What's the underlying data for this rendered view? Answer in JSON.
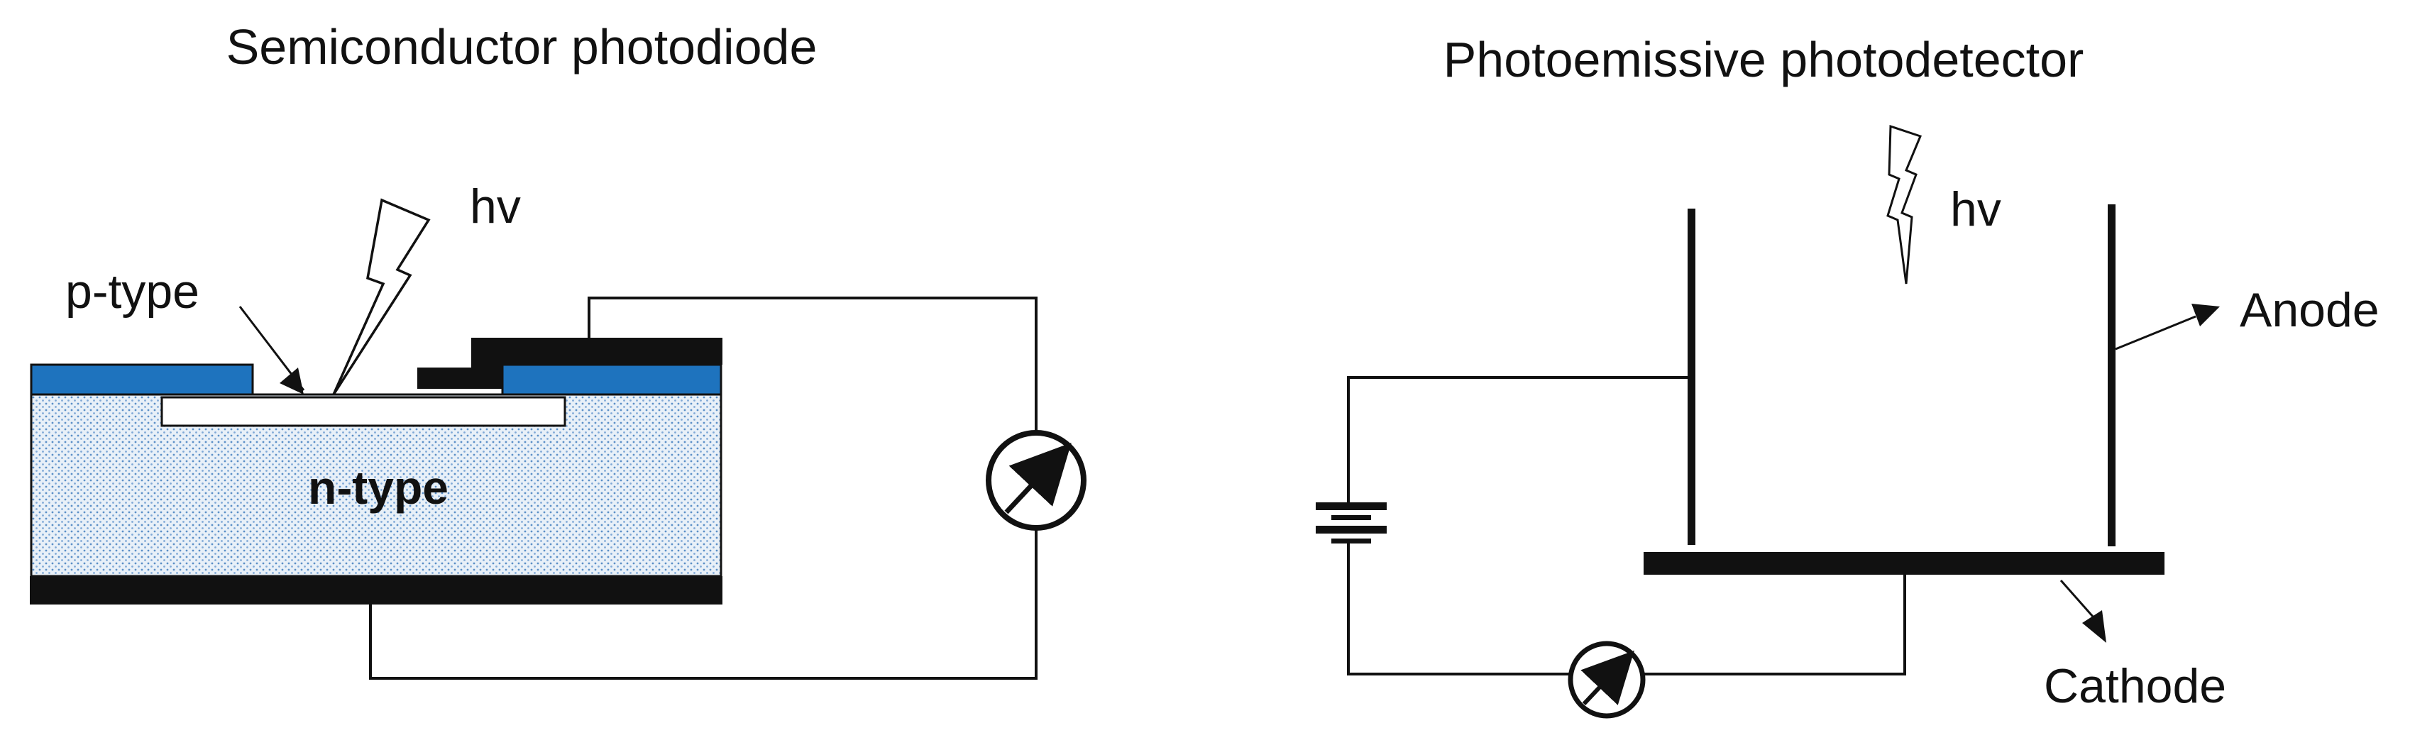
{
  "left": {
    "title": "Semiconductor photodiode",
    "photon_label": "hv",
    "p_type_label": "p-type",
    "n_type_label": "n-type",
    "colors": {
      "blue_layer": "#1e73be",
      "n_dots": "#5b8fc7",
      "n_bg": "#e6eef6"
    }
  },
  "right": {
    "title": "Photoemissive photodetector",
    "photon_label": "hv",
    "anode_label": "Anode",
    "cathode_label": "Cathode"
  }
}
